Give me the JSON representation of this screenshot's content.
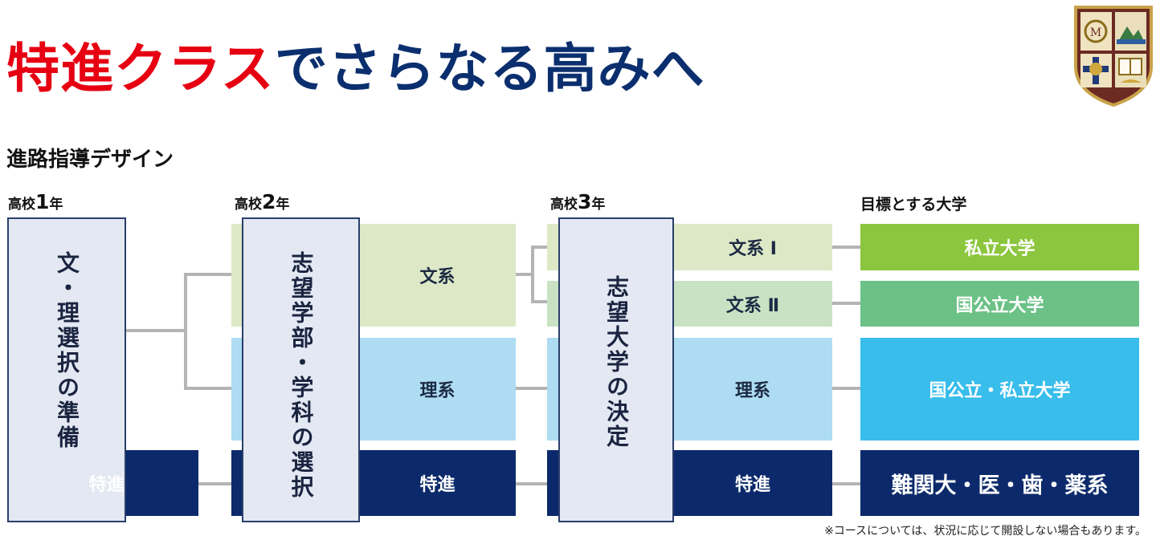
{
  "header": {
    "headline_red": "特進クラス",
    "headline_navy": "でさらなる高みへ",
    "subtitle": "進路指導デザイン"
  },
  "grades": [
    {
      "prefix": "高校",
      "number": "1",
      "suffix": "年"
    },
    {
      "prefix": "高校",
      "number": "2",
      "suffix": "年"
    },
    {
      "prefix": "高校",
      "number": "3",
      "suffix": "年"
    }
  ],
  "targets_heading": "目標とする大学",
  "stage1": {
    "vertical": "文・理選択の準備"
  },
  "stage2": {
    "vertical": "志望学部・学科の選択",
    "bunkei": "文系",
    "rikei": "理系"
  },
  "stage3": {
    "vertical": "志望大学の決定",
    "bunkei1": "文系 Ⅰ",
    "bunkei2": "文系 Ⅱ",
    "rikei": "理系"
  },
  "tokushin": "特進",
  "targets": {
    "private": "私立大学",
    "national": "国公立大学",
    "both": "国公立・私立大学",
    "elite": "難関大・医・歯・薬系"
  },
  "note": "※コースについては、状況に応じて開設しない場合もあります。",
  "colors": {
    "red": "#e60012",
    "navy": "#0b2f6e",
    "tokushin_band": "#0c2a6b",
    "bunkei_band": "#dde9c6",
    "bunkei2_band": "#c9e2c3",
    "rikei_band": "#aedcf2",
    "private_target": "#8cc63e",
    "national_target": "#6cc187",
    "both_target": "#39bdeb",
    "connector": "#b4b4b4",
    "vertical_box": "#e3e8f2"
  },
  "crest": {
    "icons": [
      "crest-emblem-icon",
      "mountain-icon",
      "book-icon",
      "lamp-icon",
      "cross-icon"
    ]
  }
}
